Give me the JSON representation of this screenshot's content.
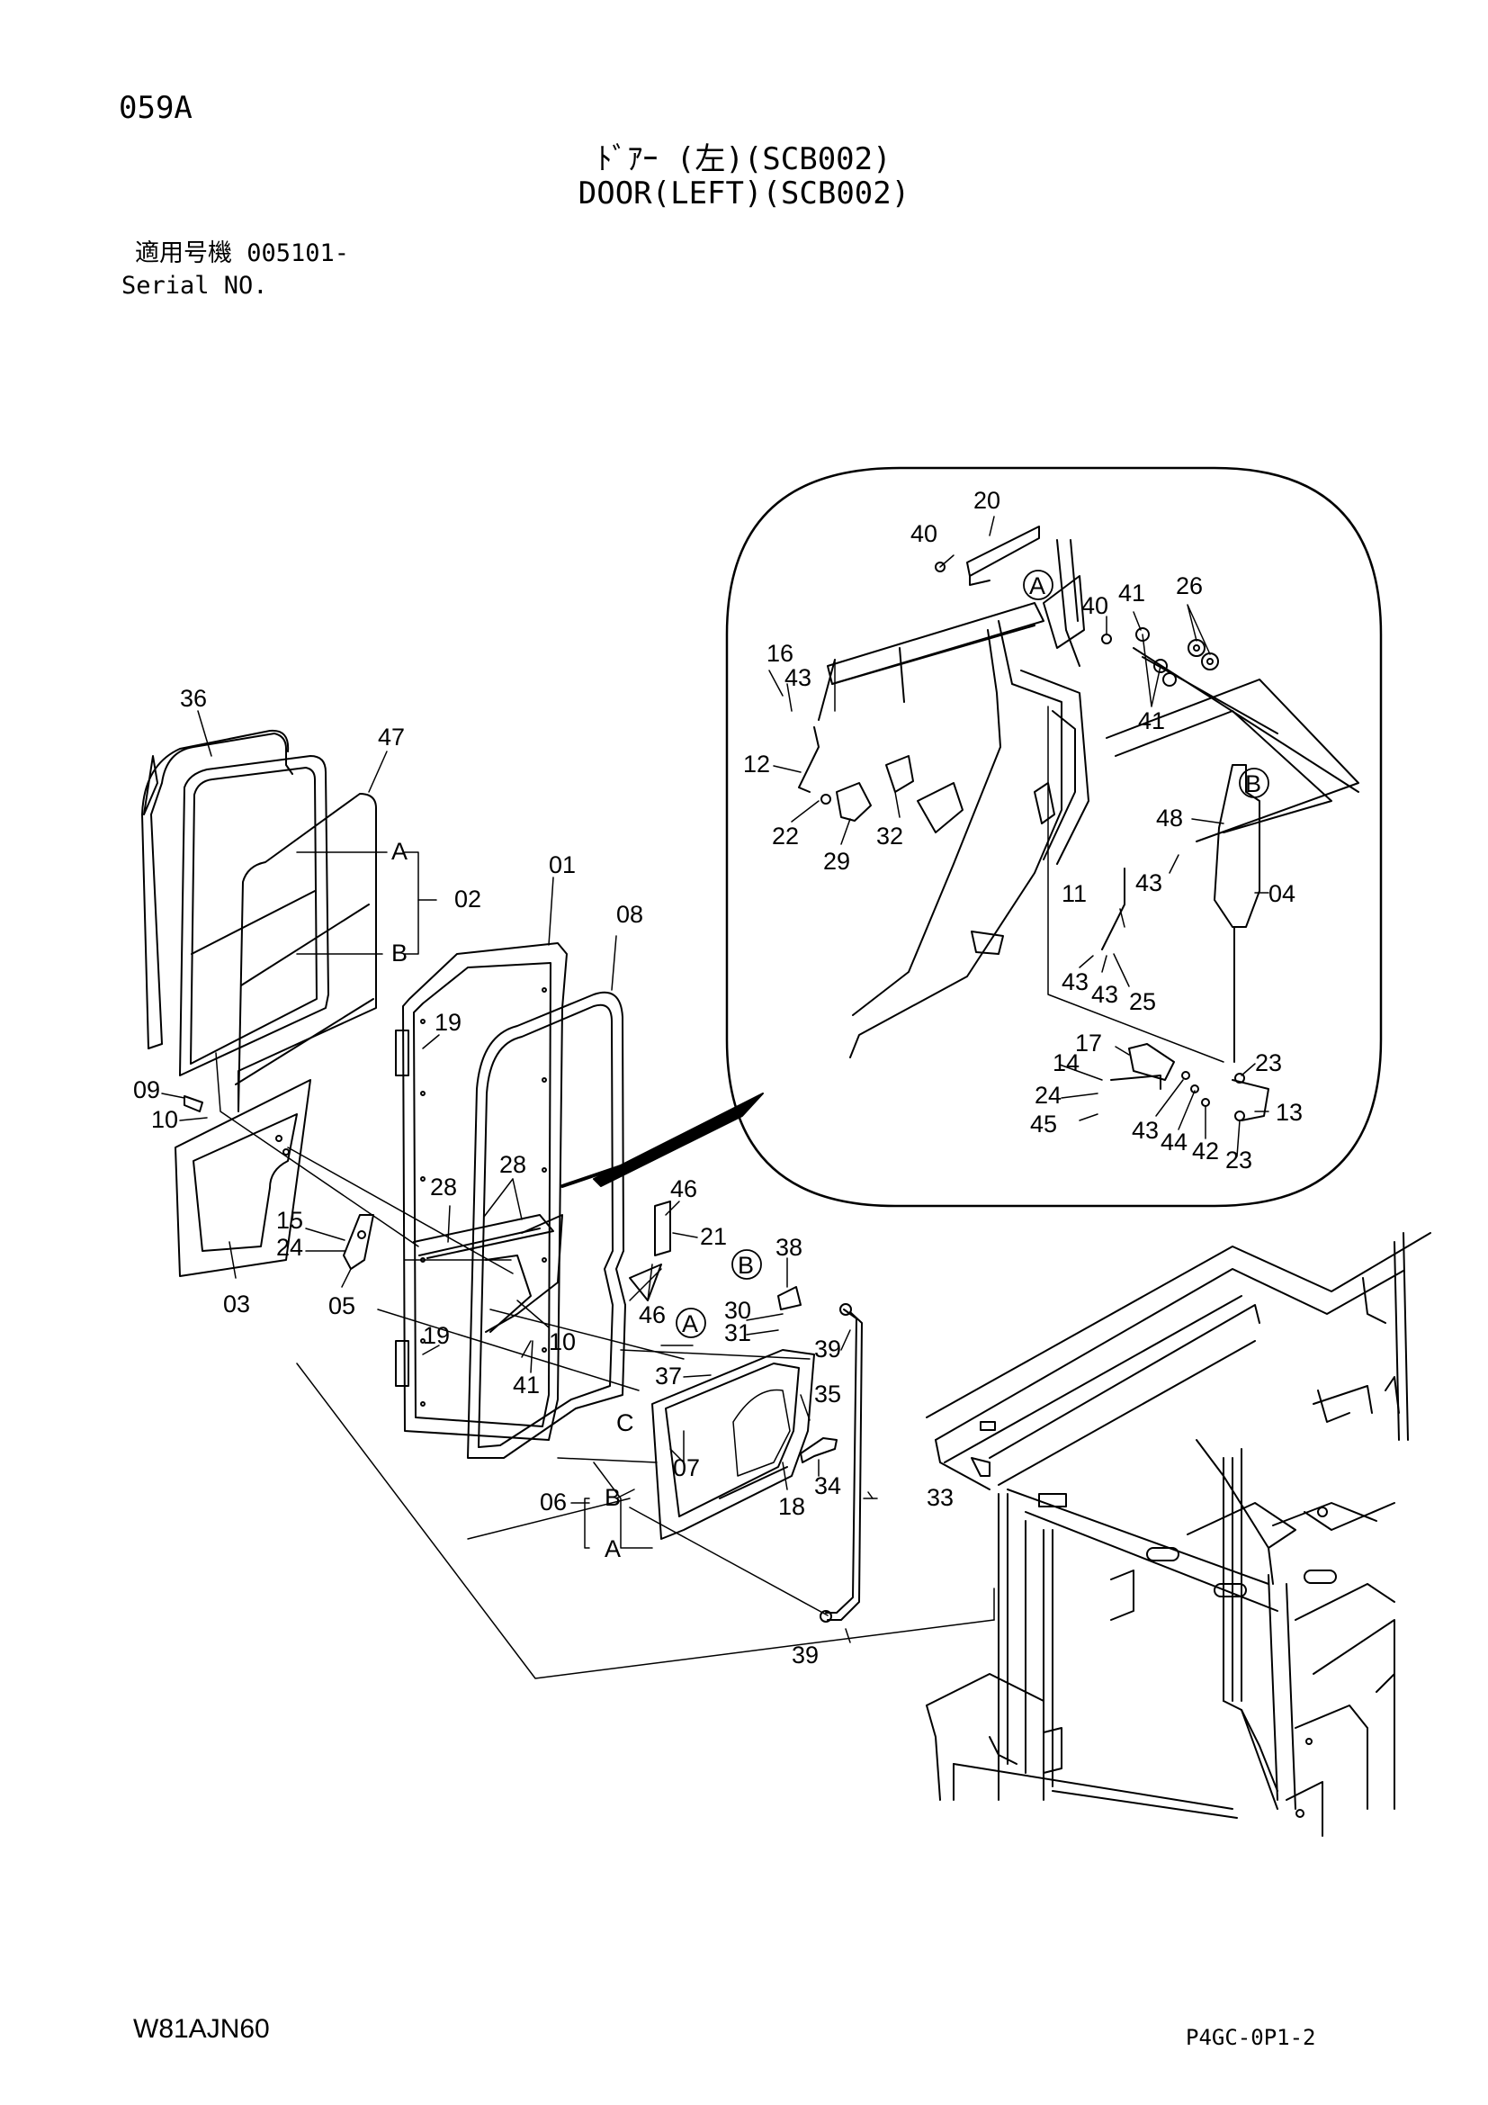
{
  "header": {
    "page_code": "059A",
    "title_jp": "ﾄﾞｱｰ (左)(SCB002)",
    "title_en": "DOOR(LEFT)(SCB002)",
    "serial_label_jp": "適用号機 005101-",
    "serial_label_en": "Serial NO."
  },
  "footer": {
    "left_code": "W81AJN60",
    "right_code": "P4GC-0P1-2"
  },
  "callouts": {
    "detail": [
      "20",
      "40",
      "A",
      "40",
      "41",
      "26",
      "16",
      "43",
      "41",
      "12",
      "B",
      "48",
      "22",
      "29",
      "32",
      "43",
      "04",
      "11",
      "43",
      "43",
      "25",
      "17",
      "23",
      "14",
      "24",
      "13",
      "45",
      "43",
      "44",
      "42",
      "23"
    ],
    "main": [
      "36",
      "47",
      "A",
      "02",
      "B",
      "01",
      "08",
      "09",
      "10",
      "19",
      "03",
      "15",
      "24",
      "05",
      "28",
      "28",
      "46",
      "21",
      "38",
      "B",
      "46",
      "A",
      "30",
      "31",
      "39",
      "19",
      "10",
      "41",
      "37",
      "35",
      "C",
      "07",
      "34",
      "06",
      "B",
      "18",
      "33",
      "A",
      "39"
    ]
  },
  "icons": [
    "door-frame",
    "window-glass",
    "window-seal",
    "door-panel",
    "door-handle",
    "hinge",
    "rod",
    "cab-frame",
    "bolt"
  ]
}
